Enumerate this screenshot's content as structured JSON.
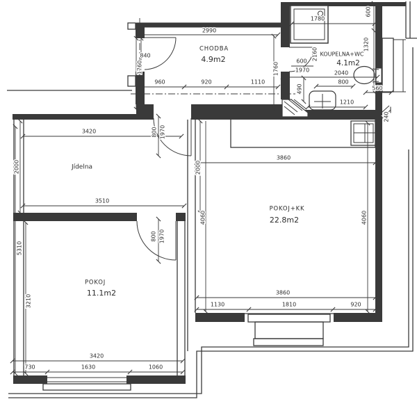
{
  "plan": {
    "rooms": {
      "chodba": {
        "name": "CHODBA",
        "area": "4.9m2"
      },
      "koupelna": {
        "name": "KOUPELNA+WC",
        "area": "4.1m2"
      },
      "jidelna": {
        "name": "Jídelna"
      },
      "pokoj_kk": {
        "name": "POKOJ+KK",
        "area": "22.8m2"
      },
      "pokoj": {
        "name": "POKOJ",
        "area": "11.1m2"
      }
    },
    "dims": {
      "d2990": "2990",
      "d840": "840",
      "d1760l": "1760",
      "d1760r": "1760",
      "d960": "960",
      "d920": "920",
      "d1110": "1110",
      "d1780": "1780",
      "d600t": "600",
      "d1320": "1320",
      "d600d": "600",
      "d1970d": "1970",
      "d2160": "2160",
      "d2040": "2040",
      "d800b": "800",
      "d560": "560",
      "d490": "490",
      "d1210": "1210",
      "d240": "240",
      "d3420t": "3420",
      "d2000l": "2000",
      "d3510": "3510",
      "d2000r": "2000",
      "d4060l": "4060",
      "d4060r": "4060",
      "d800j": "800",
      "d1970j": "1970",
      "d3860t": "3860",
      "d3860b": "3860",
      "d1130": "1130",
      "d1810": "1810",
      "d920b": "920",
      "d800p": "800",
      "d1970p": "1970",
      "d5310": "5310",
      "d3210": "3210",
      "d3420b": "3420",
      "d730": "730",
      "d1630": "1630",
      "d1060": "1060"
    },
    "colors": {
      "line": "#3a3a3a",
      "text": "#2d2d2d",
      "bg": "#ffffff"
    }
  }
}
